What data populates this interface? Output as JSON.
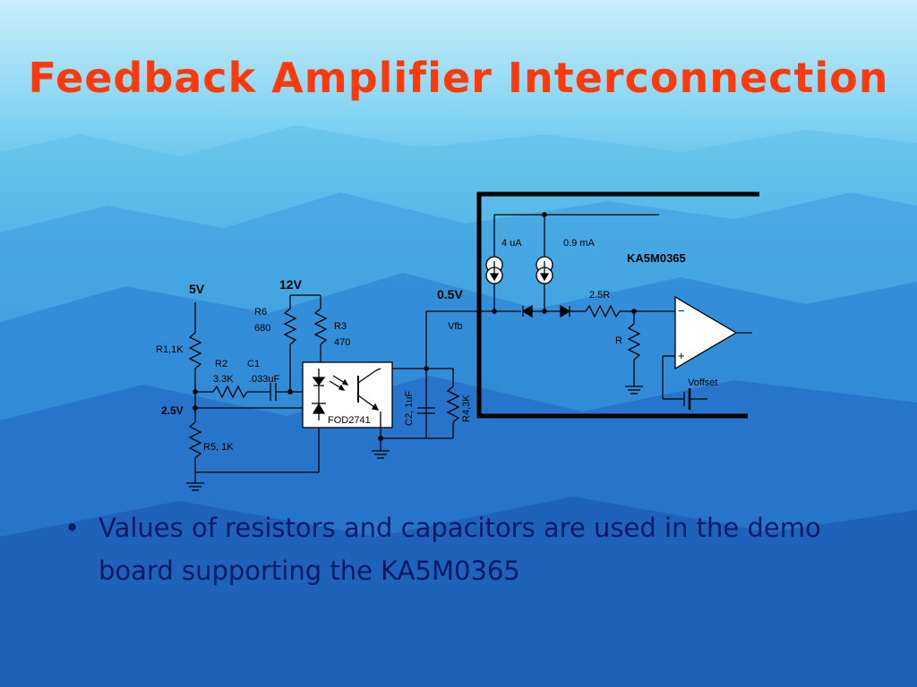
{
  "slide": {
    "title": "Feedback Amplifier Interconnection",
    "bullet_marker": "•",
    "bullet": "Values of resistors and capacitors are used in the demo board supporting the KA5M0365"
  },
  "colors": {
    "title": "#ff3a0a",
    "bullet_text": "#0a1a66",
    "wire": "#000000"
  },
  "circuit": {
    "v5": "5V",
    "v12": "12V",
    "v2_5": "2.5V",
    "v0_5": "0.5V",
    "r1": "R1,1K",
    "r2": "R2",
    "r2_val": "3.3K",
    "c1": "C1",
    "c1_val": ".033uF",
    "r6": "R6",
    "r6_val": "680",
    "r3": "R3",
    "r3_val": "470",
    "r5": "R5, 1K",
    "opto": "FOD2741",
    "c2": "C2, 1uF",
    "r4": "R4,3K",
    "vfb": "Vfb",
    "i1": "4 uA",
    "i2": "0.9 mA",
    "chip": "KA5M0365",
    "r25": "2.5R",
    "r": "R",
    "voffset": "Voffset",
    "minus": "−",
    "plus": "+"
  }
}
